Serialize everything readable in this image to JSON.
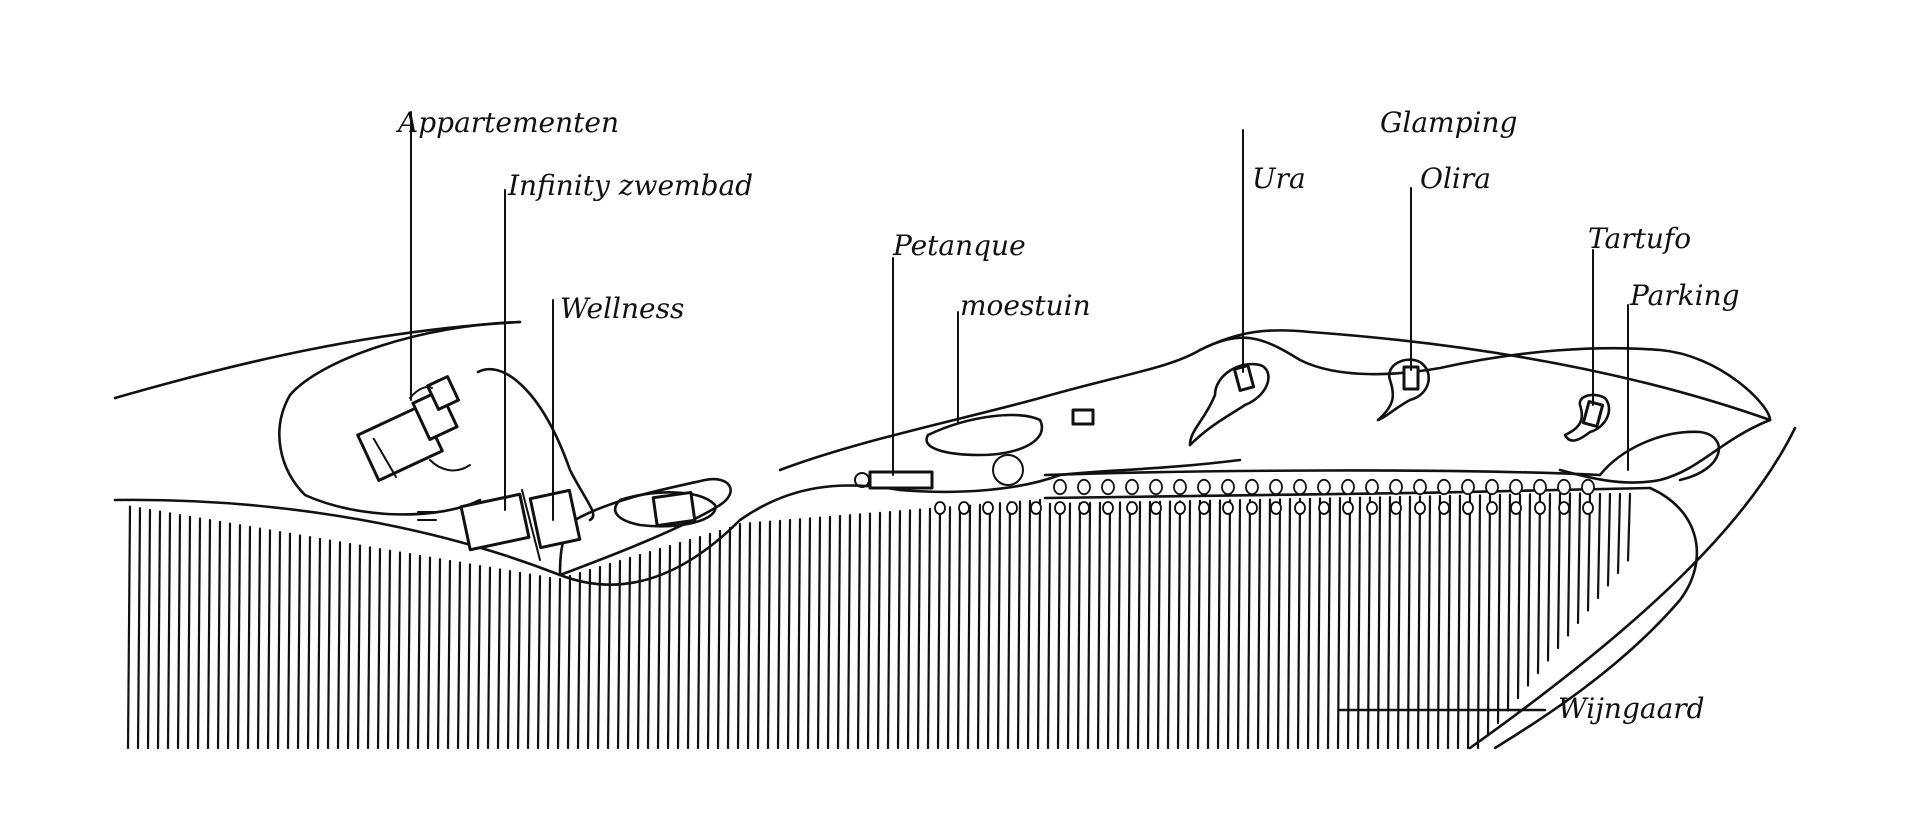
{
  "map": {
    "labels": {
      "appartementen": "Appartementen",
      "infinity": "Infinity zwembad",
      "wellness": "Wellness",
      "petanque": "Petanque",
      "moestuin": "moestuin",
      "glamping": "Glamping",
      "ura": "Ura",
      "olira": "Olira",
      "tartufo": "Tartufo",
      "parking": "Parking",
      "wijngaard": "Wijngaard"
    },
    "ink_color": "#111111",
    "paper_color": "#ffffff"
  }
}
